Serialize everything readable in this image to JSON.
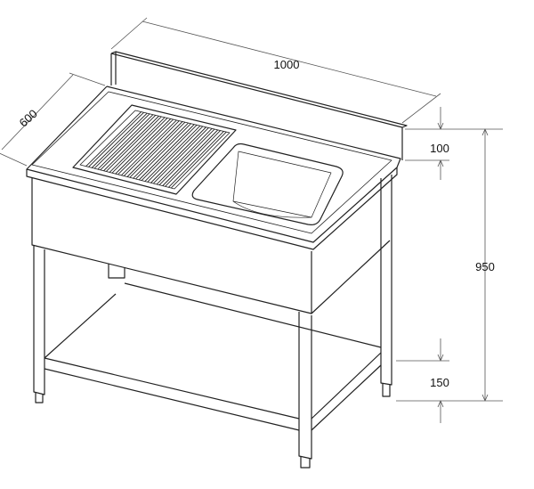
{
  "title": "Single bowl sink unit with drainer and undershelf",
  "dimensions": {
    "width": "1000",
    "depth": "600",
    "upstand": "100",
    "height": "950",
    "shelf_height": "150"
  },
  "colors": {
    "line": "#222222",
    "dimension": "#555555"
  }
}
